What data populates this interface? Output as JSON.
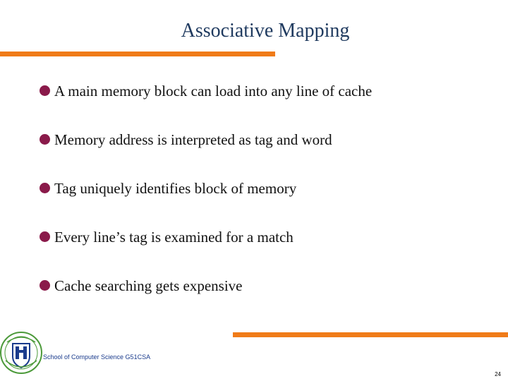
{
  "slide": {
    "title": "Associative Mapping",
    "bullets": [
      "A main memory block can load into any line of cache",
      "Memory address is interpreted as tag and word",
      "Tag uniquely identifies block of memory",
      "Every line’s tag is examined for a match",
      "Cache searching gets expensive"
    ],
    "bullet_icon": "circle-bullet-icon"
  },
  "footer": {
    "text": "School of Computer Science G51CSA",
    "page_number": "24",
    "logo_icon": "university-crest-icon"
  },
  "colors": {
    "accent_rule": "#f07b18",
    "title": "#1f3a5f",
    "bullet": "#8a1a4a",
    "footer_text": "#1a3b8c",
    "logo_green": "#4c9a3a",
    "logo_blue": "#1a3b8c"
  }
}
